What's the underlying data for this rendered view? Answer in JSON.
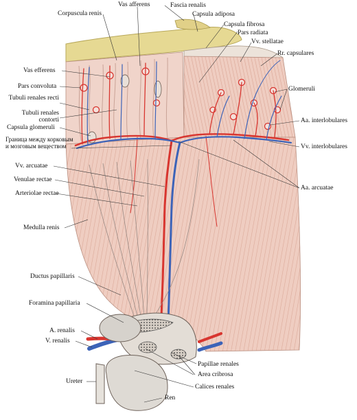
{
  "labels": {
    "corpuscula_renis": "Corpuscula renis",
    "vas_afferens": "Vas afferens",
    "fascia_renalis": "Fascia renalis",
    "capsula_adiposa": "Capsula adiposa",
    "capsula_fibrosa": "Capsula fibrosa",
    "pars_radiata": "Pars radiata",
    "vv_stellatae": "Vv. stellatae",
    "rr_capsulares": "Rr. capsulares",
    "vas_efferens": "Vas efferens",
    "pars_convoluta": "Pars convoluta",
    "tubuli_renales_recti": "Tubuli renales recti",
    "tubuli_renales_contorti": "Tubuli renales contorti",
    "glomeruli": "Glomeruli",
    "aa_interlobulares": "Aa. interlobulares",
    "capsula_glomeruli": "Capsula glomeruli",
    "boundary_ru": "Граница между корковым и мозговым веществом",
    "vv_interlobulares": "Vv. interlobulares",
    "vv_arcuatae": "Vv. arcuatae",
    "venulae_rectae": "Venulae rectae",
    "arteriolae_rectae": "Arteriolae rectae",
    "aa_arcuatae": "Aa. arcuatae",
    "medulla_renis": "Medulla renis",
    "ductus_papillaris": "Ductus papillaris",
    "foramina_papillaria": "Foramina papillaria",
    "a_renalis": "A. renalis",
    "v_renalis": "V. renalis",
    "papillae_renales": "Papillae renales",
    "area_cribrosa": "Area cribrosa",
    "ureter": "Ureter",
    "calices_renales": "Calices renales",
    "ren": "Ren"
  },
  "colors": {
    "artery": "#d8352f",
    "vein": "#3c63b8",
    "fat": "#e9dc9a",
    "cortex": "#f0d2c8",
    "medulla": "#ecc6b8",
    "capsule": "#e8e2dc"
  }
}
